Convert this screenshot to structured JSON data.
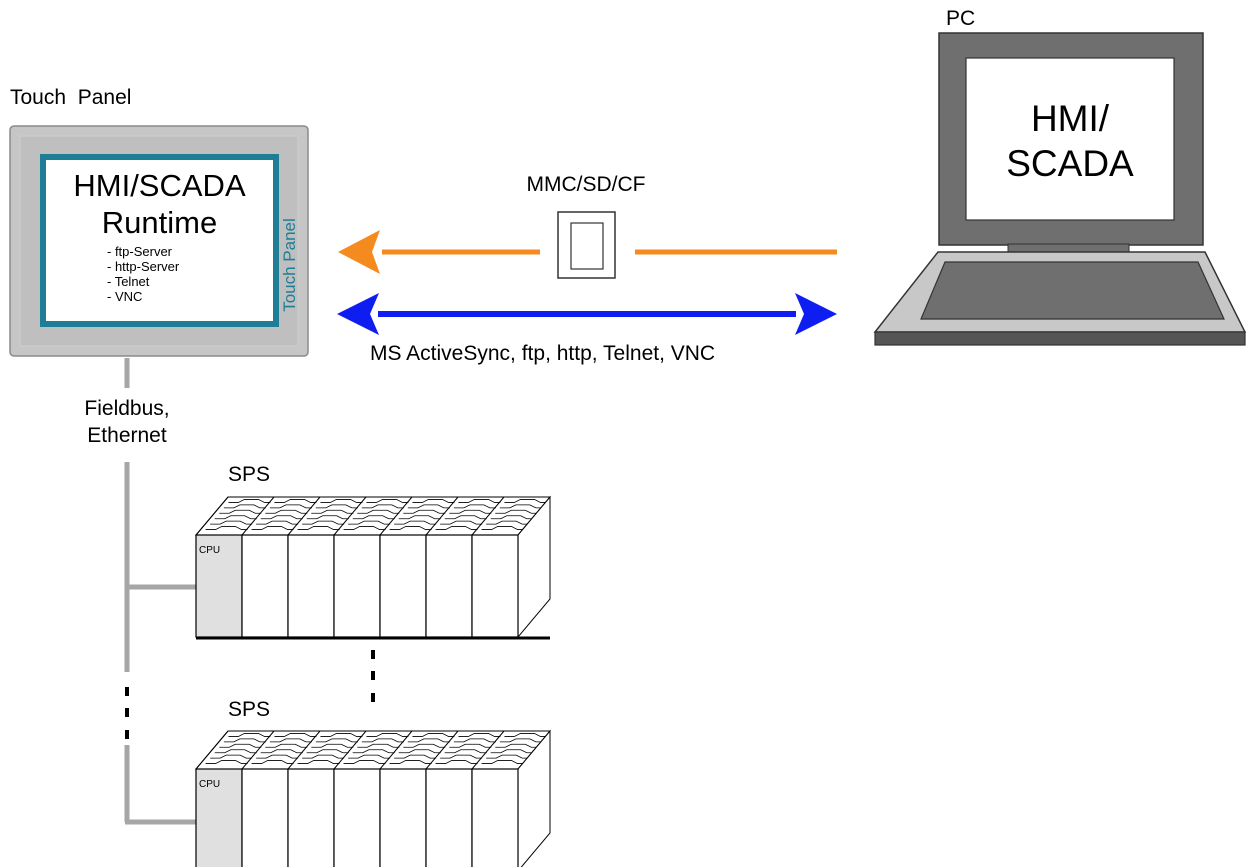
{
  "touch_panel": {
    "title": "Touch  Panel",
    "screen_title": "HMI/SCADA",
    "screen_subtitle": "Runtime",
    "services": [
      "- ftp-Server",
      "- http-Server",
      "- Telnet",
      "- VNC"
    ],
    "side_label": "Touch Panel",
    "frame_color": "#1e7e96"
  },
  "pc": {
    "title": "PC",
    "screen_line1": "HMI/",
    "screen_line2": "SCADA"
  },
  "links": {
    "memory_card_label": "MMC/SD/CF",
    "memory_card_color": "#f58a1f",
    "network_label": "MS ActiveSync, ftp, http, Telnet, VNC",
    "network_color": "#0f1ef0"
  },
  "fieldbus": {
    "label_line1": "Fieldbus,",
    "label_line2": "Ethernet",
    "line_color": "#a6a6a6"
  },
  "plcs": [
    {
      "title": "SPS",
      "cpu_label": "CPU"
    },
    {
      "title": "SPS",
      "cpu_label": "CPU"
    }
  ]
}
